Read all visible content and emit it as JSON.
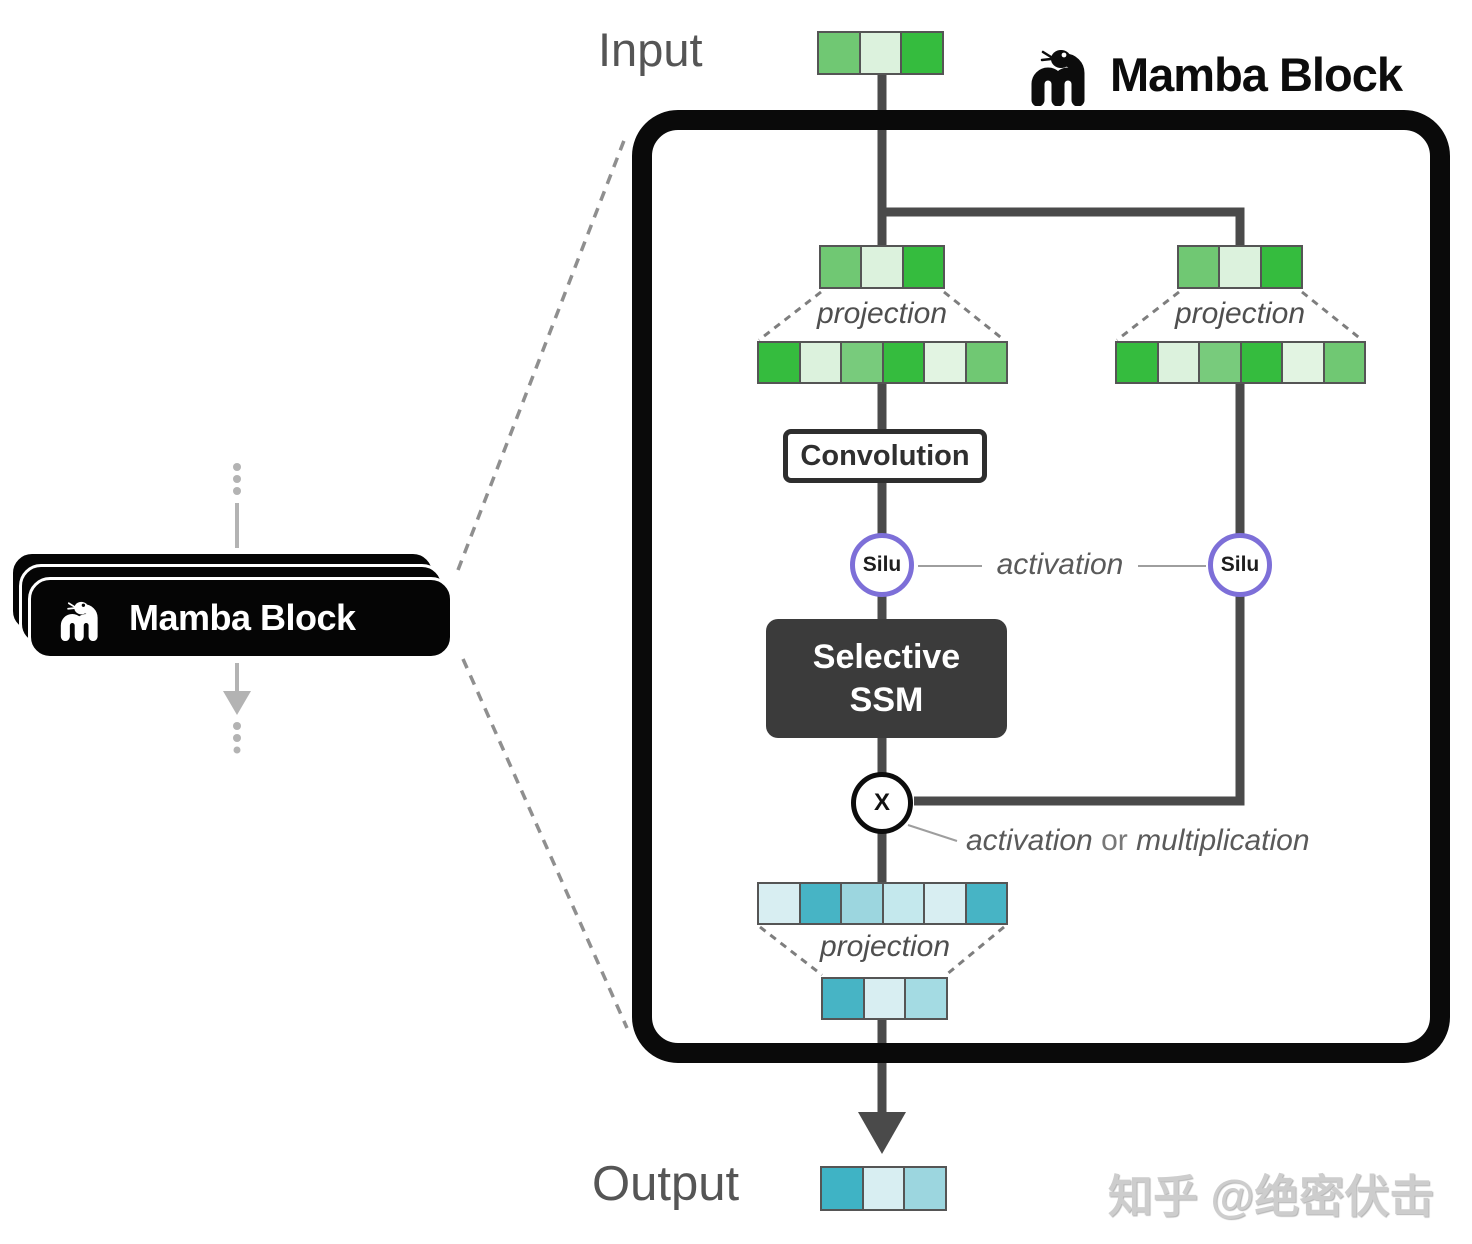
{
  "header": {
    "title": "Mamba Block",
    "icon": "mamba-snake-icon"
  },
  "input": {
    "label": "Input"
  },
  "output": {
    "label": "Output"
  },
  "block": {
    "branch_left": {
      "projection_label": "projection",
      "convolution_label": "Convolution",
      "silu_label": "Silu",
      "ssm_label_line1": "Selective",
      "ssm_label_line2": "SSM"
    },
    "branch_right": {
      "projection_label": "projection",
      "silu_label": "Silu"
    },
    "activation_label": "activation",
    "multiply_label": "X",
    "multiply_note": {
      "part1": "activation",
      "conj": "or",
      "part2": "multiplication"
    },
    "output_projection_label": "projection"
  },
  "stack": {
    "label": "Mamba Block",
    "icon": "mamba-snake-icon"
  },
  "watermark": "知乎 @绝密伏击",
  "tokens": {
    "input": [
      "#70c873",
      "#dcf2dd",
      "#35bc3e"
    ],
    "left_small": [
      "#70c873",
      "#dcf2dd",
      "#35bc3e"
    ],
    "right_small": [
      "#70c873",
      "#dcf2dd",
      "#35bc3e"
    ],
    "left_wide": [
      "#35bc3e",
      "#dcf2dd",
      "#78cb7c",
      "#35bc3e",
      "#e2f4e2",
      "#70c873"
    ],
    "right_wide": [
      "#35bc3e",
      "#dcf2dd",
      "#78cb7c",
      "#35bc3e",
      "#e2f4e2",
      "#70c873"
    ],
    "gated_wide": [
      "#d8eef2",
      "#47b4c5",
      "#9cd6df",
      "#c4e8ed",
      "#d8eef2",
      "#47b4c5"
    ],
    "out_small": [
      "#47b4c5",
      "#d8eef2",
      "#a4dbe3"
    ],
    "output": [
      "#3fb3c5",
      "#d8eef2",
      "#9cd6df"
    ]
  },
  "colors": {
    "line-dark": "#4a4a4a",
    "line-thin": "#9e9e9e",
    "dash-gray": "#7e7e7e",
    "zoom-dash": "#8f8f8f",
    "stack-gray": "#b3b3b3",
    "cell-border": "#555555",
    "silu-purple": "#7d6fd8",
    "box-black": "#0a0a0a",
    "node-dark": "#3b3b3b",
    "text-gray": "#555555",
    "conv-border": "#2e2e2e",
    "watermark-gray": "#cdcdcd"
  }
}
